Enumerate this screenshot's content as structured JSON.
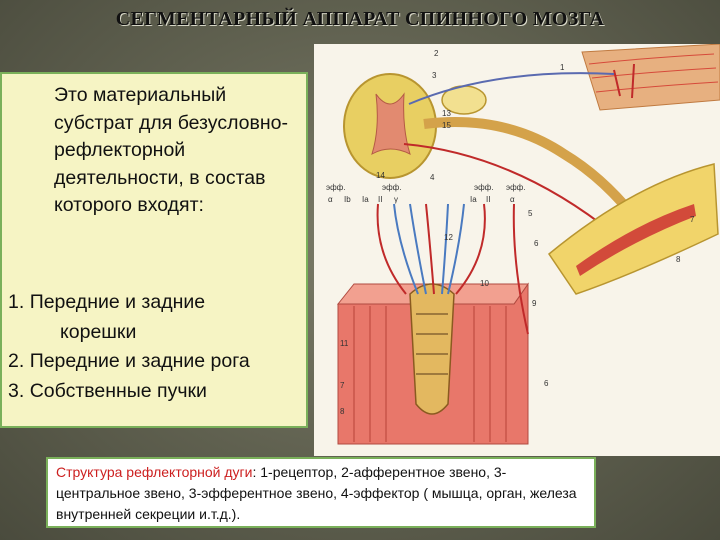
{
  "slide": {
    "title": "СЕГМЕНТАРНЫЙ АППАРАТ СПИННОГО МОЗГА"
  },
  "left_panel": {
    "intro": "Это материальный субстрат для безусловно-рефлекторной деятельности, в состав которого входят:",
    "items": [
      {
        "num": "1.",
        "text": "Передние и задние",
        "cont": "корешки"
      },
      {
        "num": "2.",
        "text": "Передние и задние рога",
        "cont": ""
      },
      {
        "num": "3.",
        "text": "Собственные пучки",
        "cont": ""
      }
    ]
  },
  "figure": {
    "labels": {
      "n1": "1",
      "n2": "2",
      "n3": "3",
      "n4": "4",
      "n5": "5",
      "n6": "6",
      "n7": "7",
      "n8": "8",
      "n9": "9",
      "n10": "10",
      "n11": "11",
      "n12": "12",
      "n13": "13",
      "n14": "14",
      "n15": "15",
      "n6b": "6",
      "n7b": "7",
      "n8b": "8",
      "eff1": "эфф.",
      "eff2": "эфф.",
      "eff3": "эфф.",
      "eff4": "эфф.",
      "alpha1": "α",
      "ib": "Ib",
      "ia": "Ia",
      "ii1": "II",
      "gamma1": "γ",
      "ia2": "Ia",
      "ii2": "II",
      "alpha2": "α"
    }
  },
  "caption": {
    "lead": "Структура рефлекторной дуги",
    "text": ": 1-рецептор, 2-афферентное звено, 3- центральное звено, 3-эфферентное звено, 4-эффектор ( мышца, орган, железа внутренней секреции и.т.д.)."
  }
}
